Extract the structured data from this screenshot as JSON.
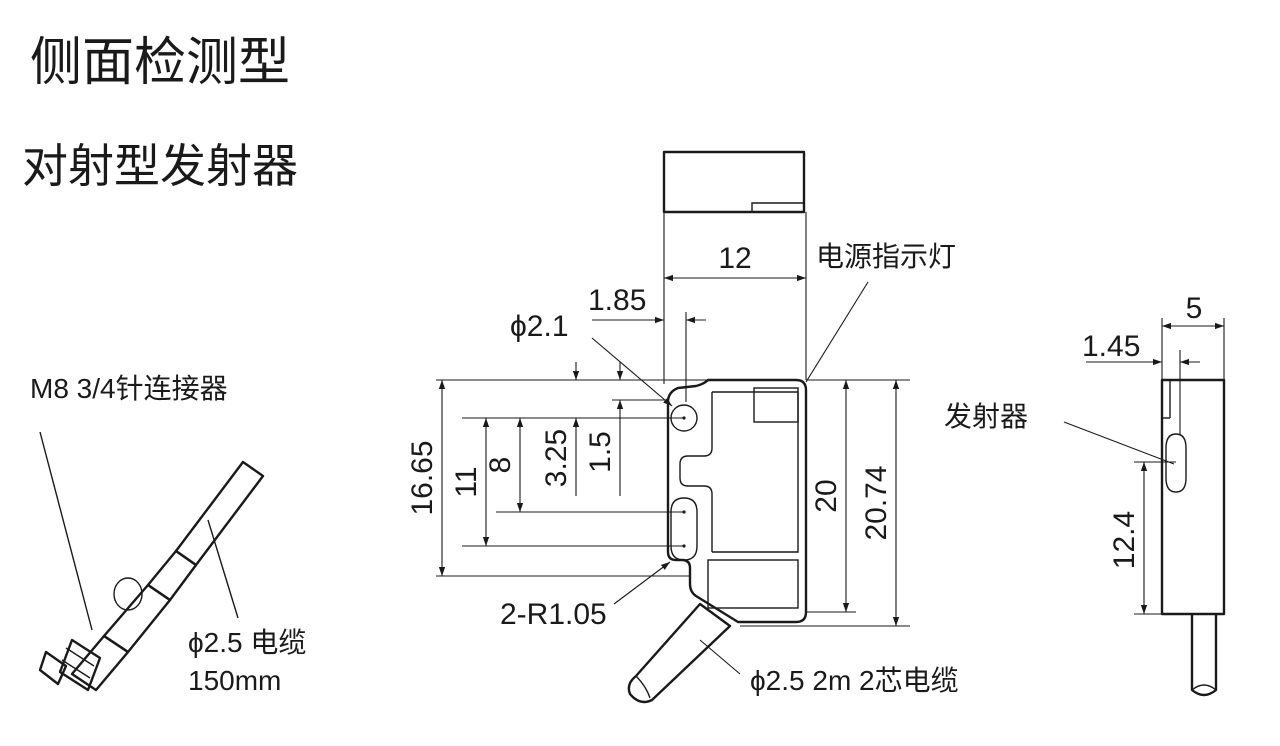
{
  "title": "侧面检测型",
  "subtitle": "对射型发射器",
  "connector_view": {
    "connector_label": "M8 3/4针连接器",
    "cable_label": "ϕ2.5 电缆",
    "cable_length": "150mm"
  },
  "front_view": {
    "dim_width": "12",
    "dim_hole_offset": "1.85",
    "dim_hole_dia": "ϕ2.1",
    "dim_height_left": "16.65",
    "dim_hole_spacing": "11",
    "dim_8": "8",
    "dim_3_25": "3.25",
    "dim_1_5": "1.5",
    "dim_height_20": "20",
    "dim_height_20_74": "20.74",
    "radius_label": "2-R1.05",
    "cable_label": "ϕ2.5 2m 2芯电缆",
    "led_label": "电源指示灯"
  },
  "side_view": {
    "dim_5": "5",
    "dim_1_45": "1.45",
    "dim_12_4": "12.4",
    "emitter_label": "发射器"
  }
}
